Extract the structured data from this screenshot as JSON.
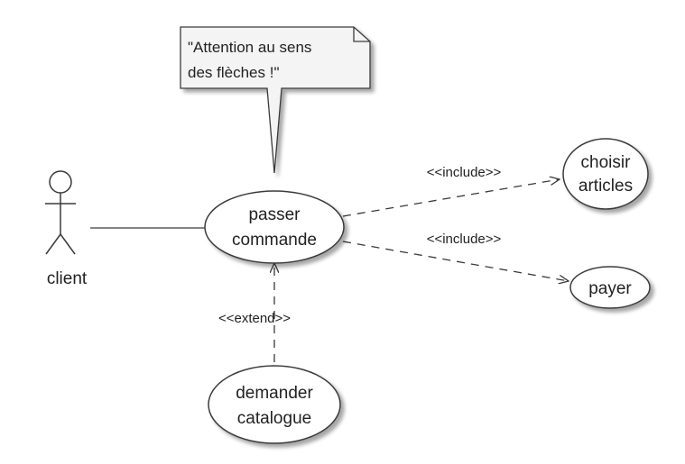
{
  "diagram": {
    "actor": {
      "label": "client"
    },
    "note": {
      "line1": "\"Attention au sens",
      "line2": "des flèches !\""
    },
    "use_cases": {
      "passer_commande": {
        "line1": "passer",
        "line2": "commande"
      },
      "choisir_articles": {
        "line1": "choisir",
        "line2": "articles"
      },
      "payer": {
        "line1": "payer"
      },
      "demander_catalogue": {
        "line1": "demander",
        "line2": "catalogue"
      }
    },
    "relations": {
      "include_choisir": "<<include>>",
      "include_payer": "<<include>>",
      "extend_catalogue": "<<extend>>"
    },
    "colors": {
      "use_case_fill": "#ffffff",
      "stroke": "#3a3a3a",
      "note_fill": "#f3f4f3",
      "shadow": "#cfcfcf"
    }
  }
}
